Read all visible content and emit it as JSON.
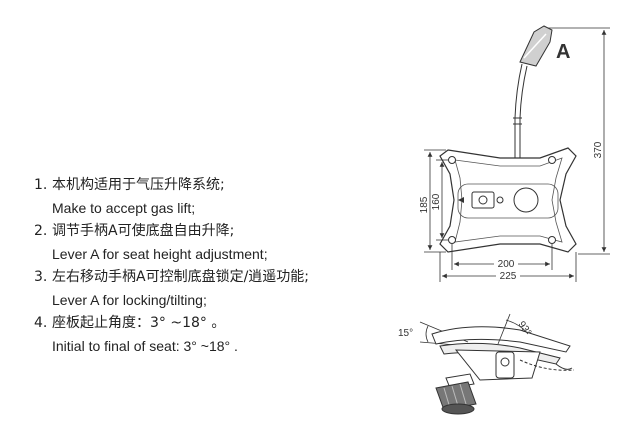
{
  "specs": [
    {
      "num": "1.",
      "zh": "本机构适用于气压升降系统;",
      "en": "Make to accept gas lift;"
    },
    {
      "num": "2.",
      "zh": "调节手柄A可使底盘自由升降;",
      "en": "Lever A for seat height adjustment;"
    },
    {
      "num": "3.",
      "zh": "左右移动手柄A可控制底盘锁定/逍遥功能;",
      "en": "Lever A for locking/tilting;"
    },
    {
      "num": "4.",
      "zh": "座板起止角度：3° ~18° 。",
      "en": "Initial to final of seat: 3° ~18° ."
    }
  ],
  "diagram": {
    "lever_label": "A",
    "dim_height": "370",
    "dim_185": "185",
    "dim_160": "160",
    "dim_200": "200",
    "dim_225": "225",
    "angle_15": "15°",
    "angle_93": "93°"
  }
}
